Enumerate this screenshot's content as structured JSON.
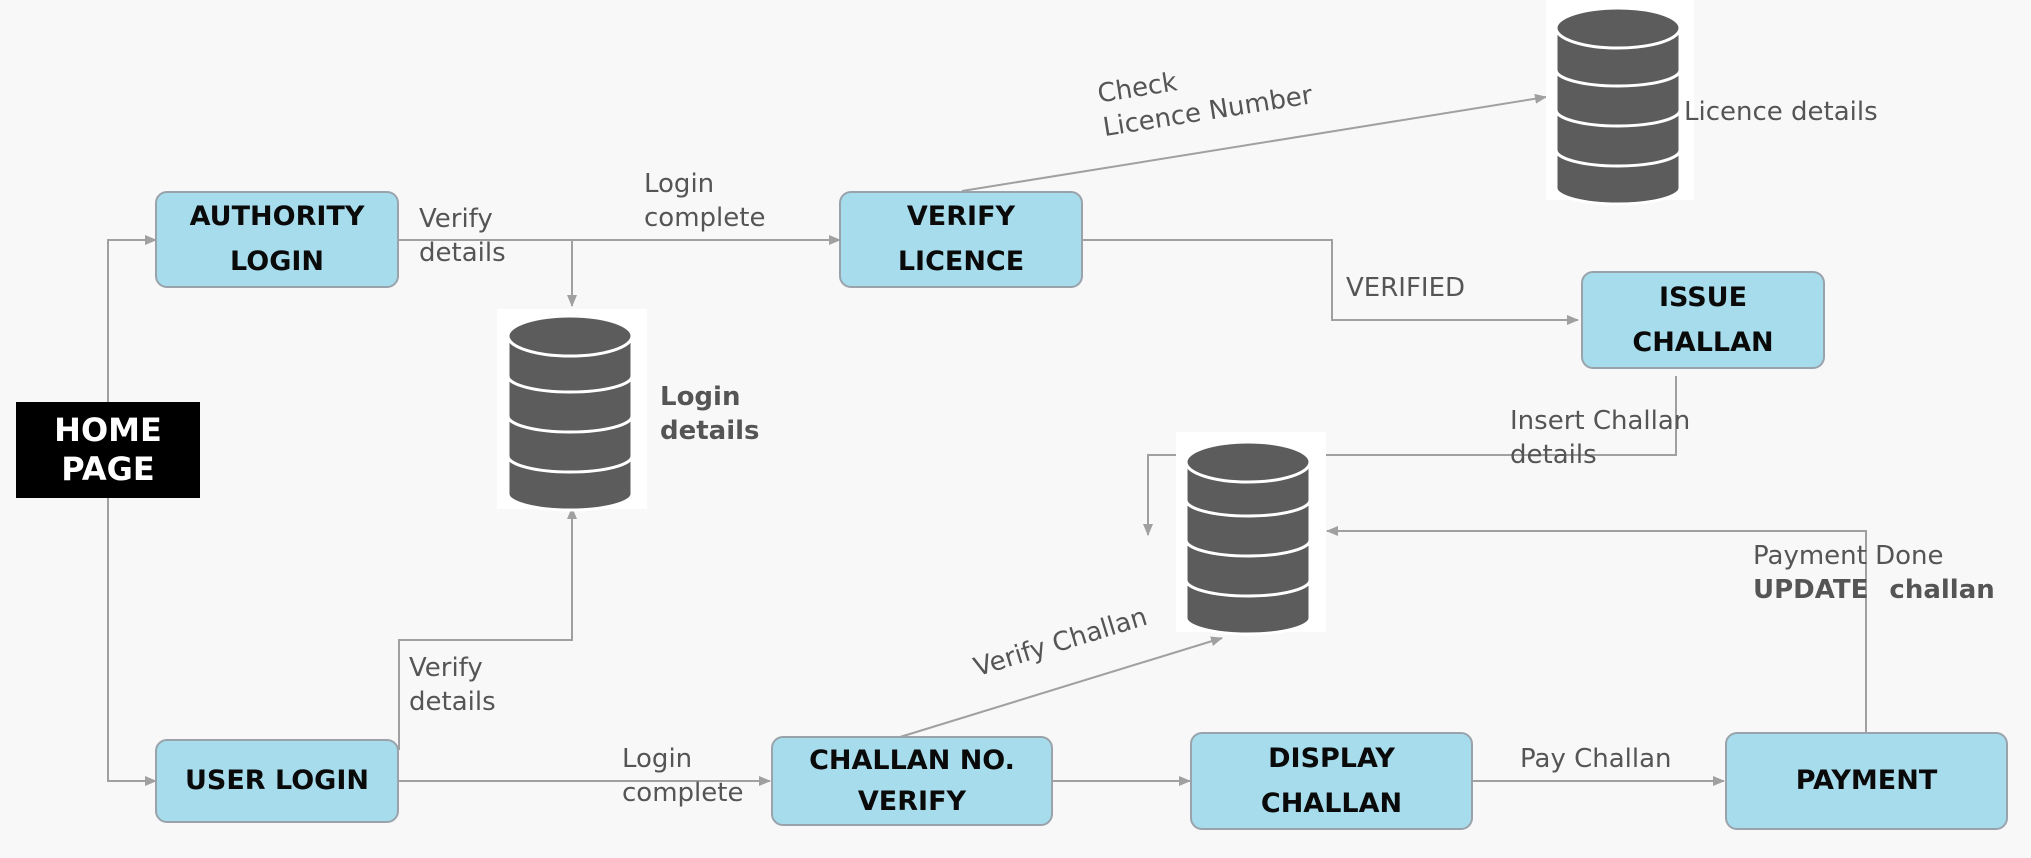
{
  "nodes": {
    "home_page": [
      "HOME",
      "PAGE"
    ],
    "authority_login": [
      "AUTHORITY",
      "LOGIN"
    ],
    "verify_licence": [
      "VERIFY",
      "LICENCE"
    ],
    "issue_challan": [
      "ISSUE",
      "CHALLAN"
    ],
    "user_login": "USER LOGIN",
    "challan_no_verify": [
      "CHALLAN NO.",
      "VERIFY"
    ],
    "display_challan": [
      "DISPLAY",
      "CHALLAN"
    ],
    "payment": "PAYMENT"
  },
  "databases": {
    "licence_db": "Licence details",
    "login_db": [
      "Login",
      "details"
    ],
    "challan_db": ""
  },
  "edge_labels": {
    "check_licence": [
      "Check",
      "Licence Number"
    ],
    "verify_details_top": [
      "Verify",
      "details"
    ],
    "login_complete_top": [
      "Login",
      "complete"
    ],
    "verified": "VERIFIED",
    "insert_challan": [
      "Insert Challan",
      "details"
    ],
    "payment_done": "Payment Done",
    "update": "UPDATE",
    "challan": "challan",
    "verify_challan": "Verify Challan",
    "verify_details_bottom": [
      "Verify",
      "details"
    ],
    "login_complete_bottom": [
      "Login",
      "complete"
    ],
    "pay_challan": "Pay Challan"
  },
  "colors": {
    "node_fill": "#a6dcec",
    "node_border": "#9aa3ab",
    "database": "#5c5c5c",
    "connector": "#a0a0a0",
    "home_fill": "#000000"
  }
}
